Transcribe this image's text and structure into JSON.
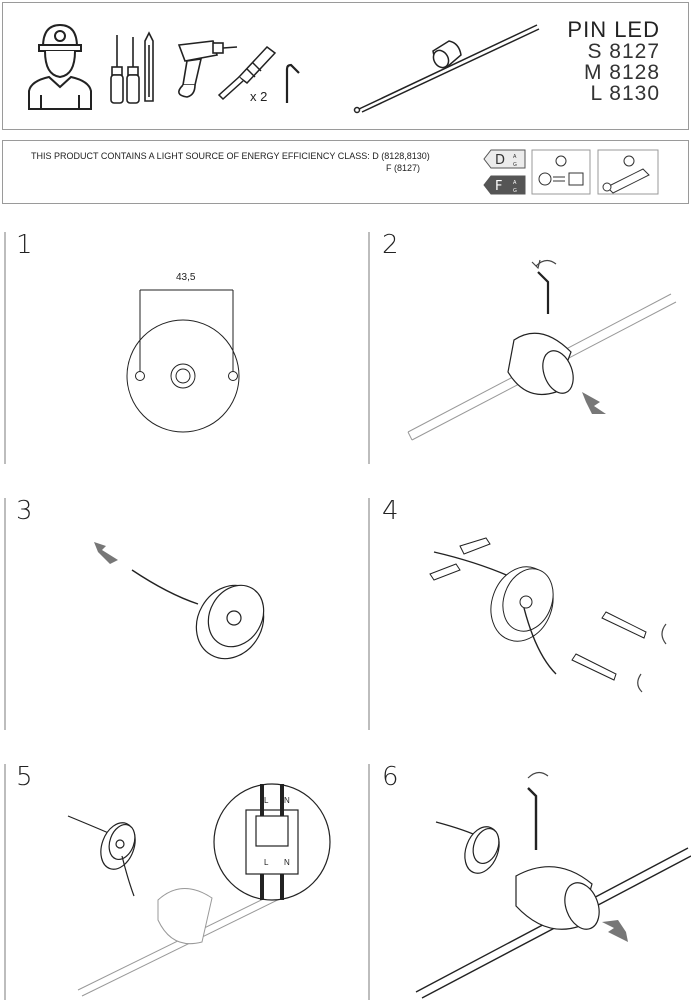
{
  "header": {
    "brand": "PIN LED",
    "models": [
      "S 8127",
      "M 8128",
      "L 8130"
    ],
    "screw_count": "x 2"
  },
  "energy": {
    "line1": "THIS PRODUCT CONTAINS A LIGHT SOURCE OF ENERGY EFFICIENCY CLASS: D (8128,8130)",
    "line2": "F (8127)",
    "badges": [
      {
        "class": "D",
        "scale": "A↔G",
        "color": "#ececec"
      },
      {
        "class": "F",
        "scale": "A↔G",
        "color": "#555555"
      }
    ]
  },
  "steps": [
    {
      "number": "1",
      "dimension": "43,5"
    },
    {
      "number": "2"
    },
    {
      "number": "3"
    },
    {
      "number": "4"
    },
    {
      "number": "5",
      "terminal_labels": [
        "L",
        "N",
        "L",
        "N"
      ]
    },
    {
      "number": "6"
    }
  ]
}
